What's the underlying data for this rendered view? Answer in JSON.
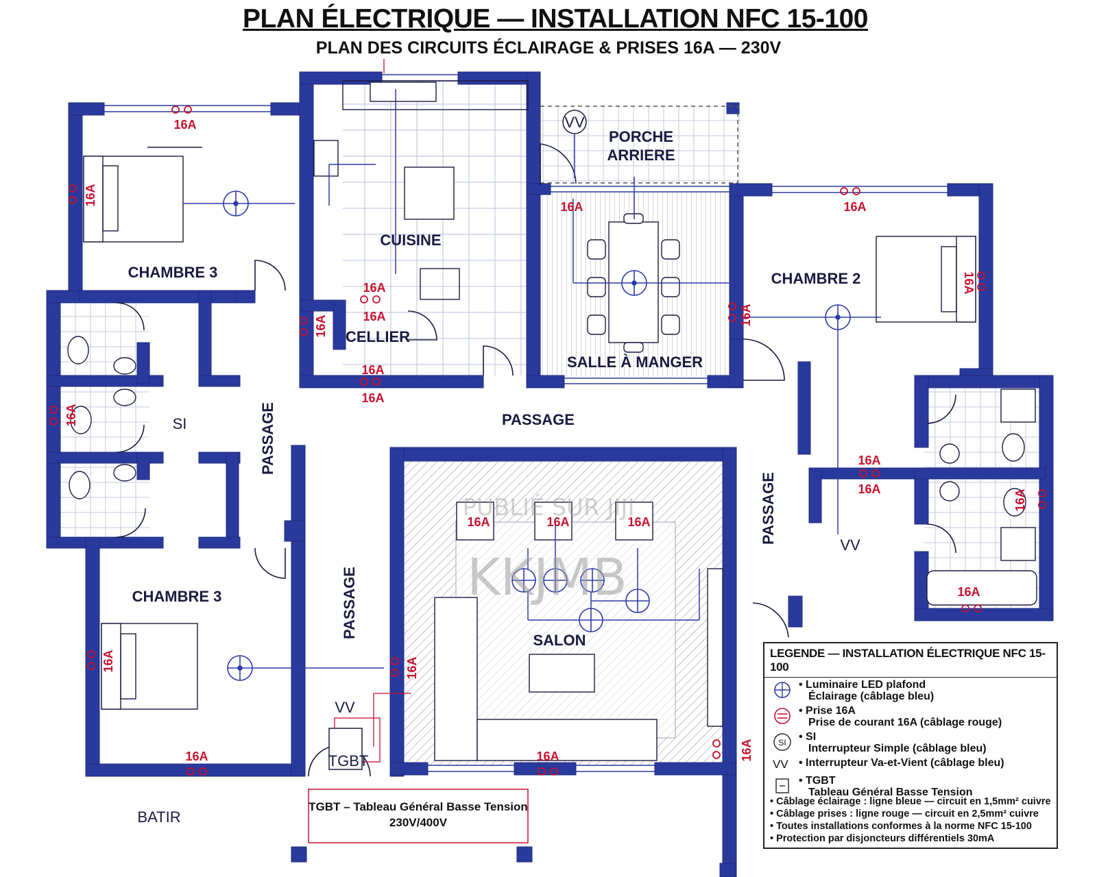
{
  "header": {
    "title": "PLAN ÉLECTRIQUE — INSTALLATION NFC 15-100",
    "subtitle": "PLAN DES CIRCUITS ÉCLAIRAGE & PRISES 16A — 230V"
  },
  "rooms": {
    "chambre3_top": "CHAMBRE 3",
    "chambre3_bottom": "CHAMBRE 3",
    "cuisine": "CUISINE",
    "cellier": "CELLIER",
    "porche_line1": "PORCHE",
    "porche_line2": "ARRIERE",
    "salle_a_manger": "SALLE À MANGER",
    "chambre2": "CHAMBRE 2",
    "salon": "SALON",
    "passage_center": "PASSAGE",
    "passage_left": "PASSAGE",
    "passage_lower": "PASSAGE",
    "passage_right": "PASSAGE",
    "si": "SI",
    "batir": "BATIR"
  },
  "plug_label": "16A",
  "switch_labels": {
    "vv_porch": "VV",
    "vv_right": "VV",
    "vv_tgbt": "VV",
    "tgbt": "TGBT"
  },
  "tgbt_box": {
    "line1": "TGBT – Tableau Général Basse Tension",
    "line2": "230V/400V"
  },
  "watermark": {
    "top": "PUBLIÉ SUR JIJI",
    "main": "KKJMB"
  },
  "legend": {
    "title": "LEGENDE — INSTALLATION ÉLECTRIQUE NFC 15-100",
    "items": [
      {
        "icon": "luminaire-icon",
        "line1": "• Luminaire LED plafond",
        "line2": "Éclairage (câblage bleu)"
      },
      {
        "icon": "socket-icon",
        "line1": "• Prise 16A",
        "line2": "Prise de courant 16A (câblage rouge)"
      },
      {
        "icon": "si-switch-icon",
        "symbol": "SI",
        "line1": "• SI",
        "line2": "Interrupteur Simple (câblage bleu)"
      },
      {
        "icon": "vv-switch-icon",
        "symbol": "VV",
        "line1": "• Interrupteur Va-et-Vient (câblage bleu)",
        "line2": ""
      },
      {
        "icon": "tgbt-icon",
        "line1": "• TGBT",
        "line2": "Tableau Général Basse Tension"
      }
    ],
    "notes": [
      "• Câblage éclairage : ligne bleue — circuit en 1,5mm² cuivre",
      "• Câblage prises : ligne rouge — circuit en 2,5mm² cuivre",
      "• Toutes installations conformes à la norme NFC 15-100",
      "• Protection par disjoncteurs différentiels 30mA"
    ]
  },
  "colors": {
    "wall": "#2a3a9c",
    "lighting_wire": "#2b3aa8",
    "socket_wire": "#c8102e",
    "ink": "#1a1a40"
  }
}
